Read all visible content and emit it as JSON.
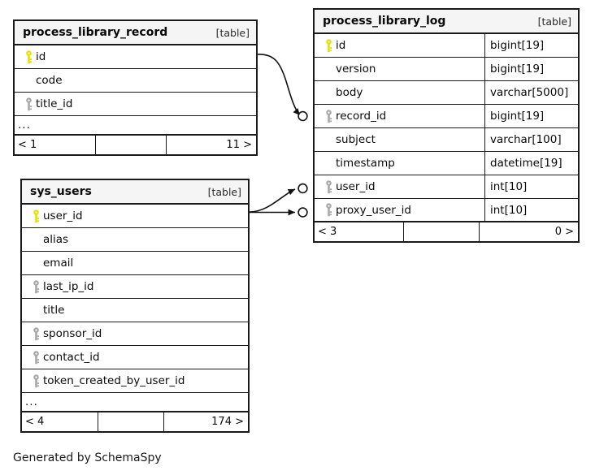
{
  "diagram": {
    "caption": "Generated by SchemaSpy",
    "table_tag": "[table]",
    "ellipsis": "...",
    "colors": {
      "primary_key": "#e3e300",
      "foreign_key": "#a8a8a8",
      "border": "#1a1a1a",
      "header_bg": "#f5f5f5",
      "background": "#ffffff"
    }
  },
  "tables": [
    {
      "name": "process_library_record",
      "tag": "[table]",
      "columns": [
        {
          "name": "id",
          "key": "primary",
          "type": ""
        },
        {
          "name": "code",
          "key": "none",
          "type": ""
        },
        {
          "name": "title_id",
          "key": "foreign",
          "type": ""
        }
      ],
      "has_more": true,
      "more_label": "...",
      "footer": {
        "left": "< 1",
        "middle": "",
        "right": "11 >"
      }
    },
    {
      "name": "process_library_log",
      "tag": "[table]",
      "columns": [
        {
          "name": "id",
          "key": "primary",
          "type": "bigint[19]"
        },
        {
          "name": "version",
          "key": "none",
          "type": "bigint[19]"
        },
        {
          "name": "body",
          "key": "none",
          "type": "varchar[5000]"
        },
        {
          "name": "record_id",
          "key": "foreign",
          "type": "bigint[19]"
        },
        {
          "name": "subject",
          "key": "none",
          "type": "varchar[100]"
        },
        {
          "name": "timestamp",
          "key": "none",
          "type": "datetime[19]"
        },
        {
          "name": "user_id",
          "key": "foreign",
          "type": "int[10]"
        },
        {
          "name": "proxy_user_id",
          "key": "foreign",
          "type": "int[10]"
        }
      ],
      "has_more": false,
      "more_label": "",
      "footer": {
        "left": "< 3",
        "middle": "",
        "right": "0 >"
      }
    },
    {
      "name": "sys_users",
      "tag": "[table]",
      "columns": [
        {
          "name": "user_id",
          "key": "primary",
          "type": ""
        },
        {
          "name": "alias",
          "key": "none",
          "type": ""
        },
        {
          "name": "email",
          "key": "none",
          "type": ""
        },
        {
          "name": "last_ip_id",
          "key": "foreign",
          "type": ""
        },
        {
          "name": "title",
          "key": "none",
          "type": ""
        },
        {
          "name": "sponsor_id",
          "key": "foreign",
          "type": ""
        },
        {
          "name": "contact_id",
          "key": "foreign",
          "type": ""
        },
        {
          "name": "token_created_by_user_id",
          "key": "foreign",
          "type": ""
        }
      ],
      "has_more": true,
      "more_label": "...",
      "footer": {
        "left": "< 4",
        "middle": "",
        "right": "174 >"
      }
    }
  ],
  "relationships": [
    {
      "from_table": "process_library_record",
      "from_column": "id",
      "to_table": "process_library_log",
      "to_column": "record_id"
    },
    {
      "from_table": "sys_users",
      "from_column": "user_id",
      "to_table": "process_library_log",
      "to_column": "user_id"
    },
    {
      "from_table": "sys_users",
      "from_column": "user_id",
      "to_table": "process_library_log",
      "to_column": "proxy_user_id"
    }
  ]
}
